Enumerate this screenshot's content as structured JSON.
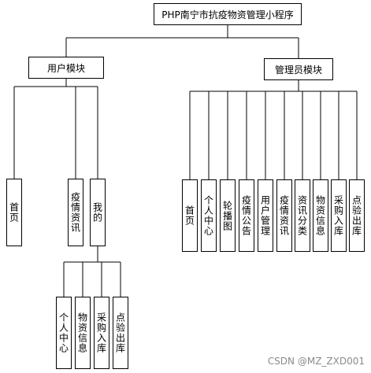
{
  "root": {
    "label": "PHP南宁市抗疫物资管理小程序"
  },
  "user_module": {
    "label": "用户模块",
    "children": [
      {
        "label": "首页",
        "children": []
      },
      {
        "label": "疫情资讯",
        "children": []
      },
      {
        "label": "我的",
        "children": [
          "个人中心",
          "物资信息",
          "采购入库",
          "点验出库"
        ]
      }
    ]
  },
  "admin_module": {
    "label": "管理员模块",
    "children": [
      "首页",
      "个人中心",
      "轮播图",
      "疫情公告",
      "用户管理",
      "疫情资讯",
      "资讯分类",
      "物资信息",
      "采购入库",
      "点验出库"
    ]
  },
  "watermark": "CSDN @MZ_ZXD001"
}
